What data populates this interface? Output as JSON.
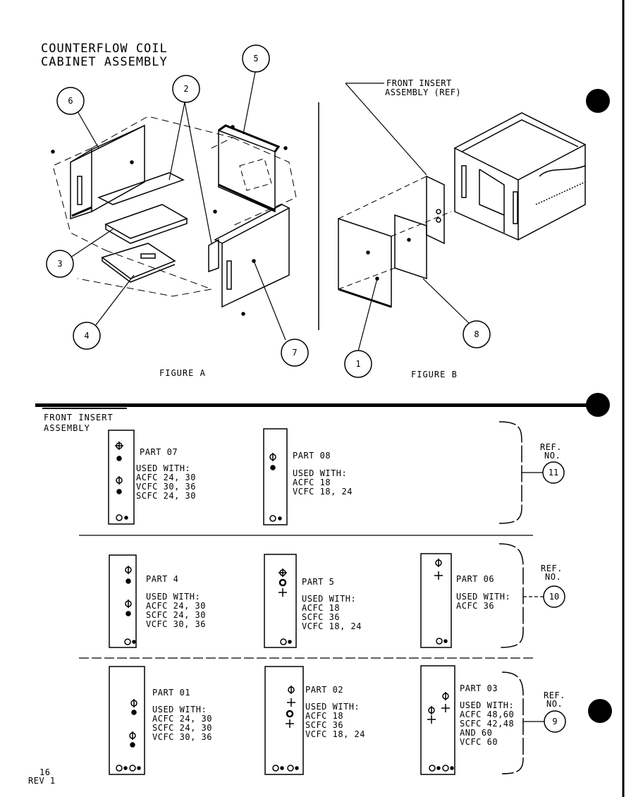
{
  "title_line1": "COUNTERFLOW COIL",
  "title_line2": "CABINET ASSEMBLY",
  "figure_a": "FIGURE A",
  "figure_b": "FIGURE B",
  "front_insert_ref_line1": "FRONT INSERT",
  "front_insert_ref_line2": "ASSEMBLY (REF)",
  "callouts": {
    "c1": "1",
    "c2": "2",
    "c3": "3",
    "c4": "4",
    "c5": "5",
    "c6": "6",
    "c7": "7",
    "c8": "8"
  },
  "section_title_line1": "FRONT INSERT",
  "section_title_line2": "ASSEMBLY",
  "used_with": "USED WITH:",
  "ref_label_line1": "REF.",
  "ref_label_line2": "NO.",
  "parts": [
    {
      "part": "PART 07",
      "lines": [
        "ACFC 24, 30",
        "VCFC 30, 36",
        "SCFC 24, 30"
      ]
    },
    {
      "part": "PART 08",
      "lines": [
        "ACFC 18",
        "VCFC 18, 24"
      ]
    },
    {
      "part": "PART 4",
      "lines": [
        "ACFC 24, 30",
        "SCFC 24, 30",
        "VCFC 30, 36"
      ]
    },
    {
      "part": "PART 5",
      "lines": [
        "ACFC 18",
        "SCFC 36",
        "VCFC 18, 24"
      ]
    },
    {
      "part": "PART 06",
      "lines": [
        "ACFC 36"
      ]
    },
    {
      "part": "PART 01",
      "lines": [
        "ACFC 24, 30",
        "SCFC 24, 30",
        "VCFC 30, 36"
      ]
    },
    {
      "part": "PART 02",
      "lines": [
        "ACFC 18",
        "SCFC 36",
        "VCFC 18, 24"
      ]
    },
    {
      "part": "PART 03",
      "lines": [
        "ACFC 48,60",
        "SCFC 42,48",
        "AND 60",
        "VCFC 60"
      ]
    }
  ],
  "ref_numbers": [
    "11",
    "10",
    "9"
  ],
  "page_number": "16",
  "revision": "REV 1"
}
